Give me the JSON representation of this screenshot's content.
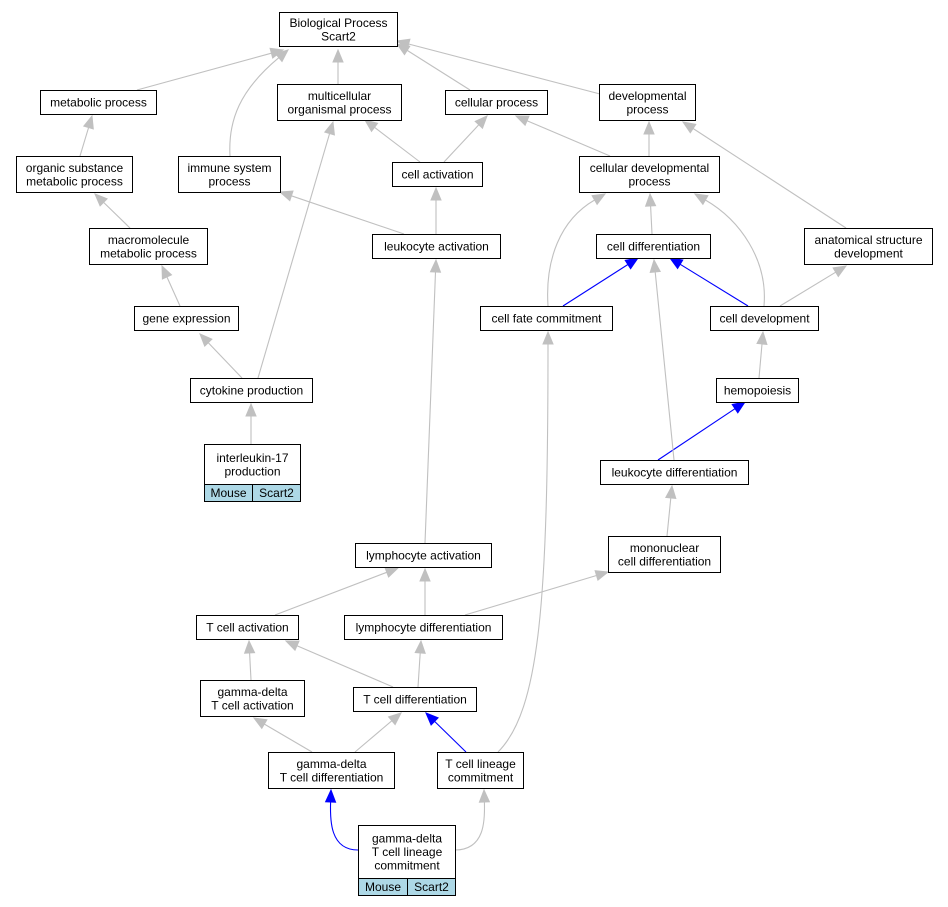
{
  "nodes": {
    "bio_process": [
      "Biological Process",
      "Scart2"
    ],
    "metabolic": [
      "metabolic process"
    ],
    "multicellular": [
      "multicellular",
      "organismal process"
    ],
    "cellular_process": [
      "cellular process"
    ],
    "developmental": [
      "developmental",
      "process"
    ],
    "organic_substance": [
      "organic substance",
      "metabolic process"
    ],
    "immune_system": [
      "immune system",
      "process"
    ],
    "cell_activation": [
      "cell activation"
    ],
    "cellular_dev": [
      "cellular developmental",
      "process"
    ],
    "macromolecule": [
      "macromolecule",
      "metabolic process"
    ],
    "leukocyte_activation": [
      "leukocyte activation"
    ],
    "cell_differentiation": [
      "cell differentiation"
    ],
    "anatomical": [
      "anatomical structure",
      "development"
    ],
    "gene_expression": [
      "gene expression"
    ],
    "cell_fate": [
      "cell fate commitment"
    ],
    "cell_development": [
      "cell development"
    ],
    "cytokine": [
      "cytokine production"
    ],
    "hemopoiesis": [
      "hemopoiesis"
    ],
    "il17": [
      "interleukin-17",
      "production"
    ],
    "leukocyte_diff": [
      "leukocyte differentiation"
    ],
    "mononuclear": [
      "mononuclear",
      "cell differentiation"
    ],
    "lymphocyte_activation": [
      "lymphocyte activation"
    ],
    "t_cell_activation": [
      "T cell activation"
    ],
    "lymphocyte_diff": [
      "lymphocyte differentiation"
    ],
    "gd_t_activation": [
      "gamma-delta",
      "T cell activation"
    ],
    "t_cell_diff": [
      "T cell differentiation"
    ],
    "gd_t_diff": [
      "gamma-delta",
      "T cell differentiation"
    ],
    "t_lineage": [
      "T cell lineage",
      "commitment"
    ],
    "gd_t_lineage": [
      "gamma-delta",
      "T cell lineage",
      "commitment"
    ]
  },
  "annotations": {
    "il17": [
      "Mouse",
      "Scart2"
    ],
    "gd_t_lineage": [
      "Mouse",
      "Scart2"
    ]
  },
  "colors": {
    "edge_default": "#c0c0c0",
    "edge_highlight": "#0000ff",
    "annotation_fill": "#add8e6",
    "node_border": "#000000"
  }
}
